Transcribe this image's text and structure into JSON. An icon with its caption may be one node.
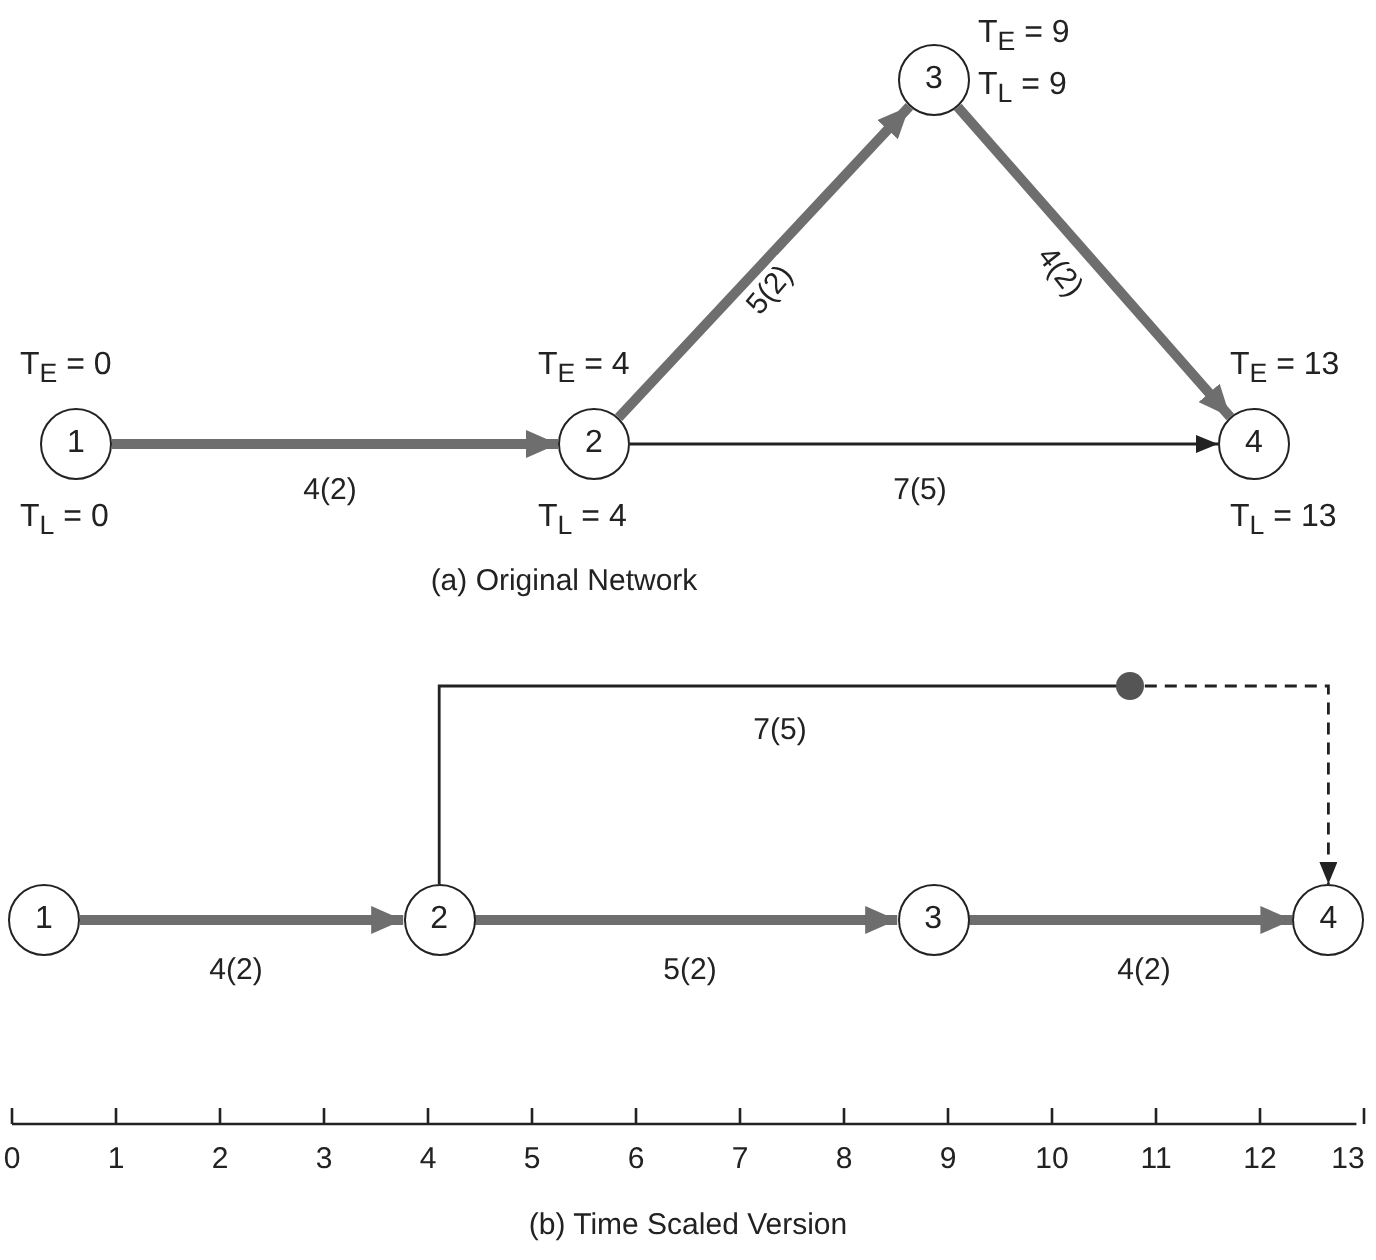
{
  "diagram": {
    "nodes": [
      {
        "text": [
          "1"
        ],
        "beside": [
          "T$_{E}$ = 0",
          "T$_{L}$ = 0"
        ]
      },
      {
        "text": [
          "2"
        ],
        "beside": [
          "T$_{E}$ = 4",
          "T$_{L}$ = 4"
        ]
      },
      {
        "text": [
          "3"
        ],
        "beside": [
          "T$_{E}$ = 9",
          "T$_{L}$ = 9"
        ]
      },
      {
        "text": [
          "4"
        ],
        "beside": [
          "T$_{E}$ = 13",
          "T$_{L}$ = 13"
        ]
      },
      {
        "text": [
          "1"
        ]
      },
      {
        "text": [
          "2"
        ]
      },
      {
        "text": [
          "3"
        ]
      },
      {
        "text": [
          "4"
        ]
      },
      {
        "text": [],
        "shape": "circle"
      }
    ],
    "edges": [
      {
        "from": 0,
        "to": 1,
        "arrow": "to",
        "label": "4(2)"
      },
      {
        "from": 1,
        "to": 2,
        "arrow": "to",
        "label": "5(2)"
      },
      {
        "from": 2,
        "to": 3,
        "arrow": "to",
        "label": "4(2)"
      },
      {
        "from": 1,
        "to": 3,
        "arrow": "to",
        "label": "7(5)",
        "color": "#222222"
      },
      {
        "from": 4,
        "to": 5,
        "arrow": "to",
        "label": "4(2)"
      },
      {
        "from": 5,
        "to": 6,
        "arrow": "to",
        "label": "5(2)"
      },
      {
        "from": 6,
        "to": 7,
        "arrow": "to",
        "label": "4(2)"
      },
      {
        "from": 5,
        "to": 8,
        "arrow": "none",
        "label": "7(5)",
        "color": "#222222"
      },
      {
        "from": 8,
        "to": 7,
        "arrow": "to",
        "style": "dashed",
        "color": "#222222"
      }
    ],
    "labels": [
      "(a) Original Network",
      "0",
      "1",
      "2",
      "3",
      "4",
      "5",
      "6",
      "7",
      "8",
      "9",
      "10",
      "11",
      "12",
      "13",
      "(b) Time Scaled Version"
    ]
  }
}
